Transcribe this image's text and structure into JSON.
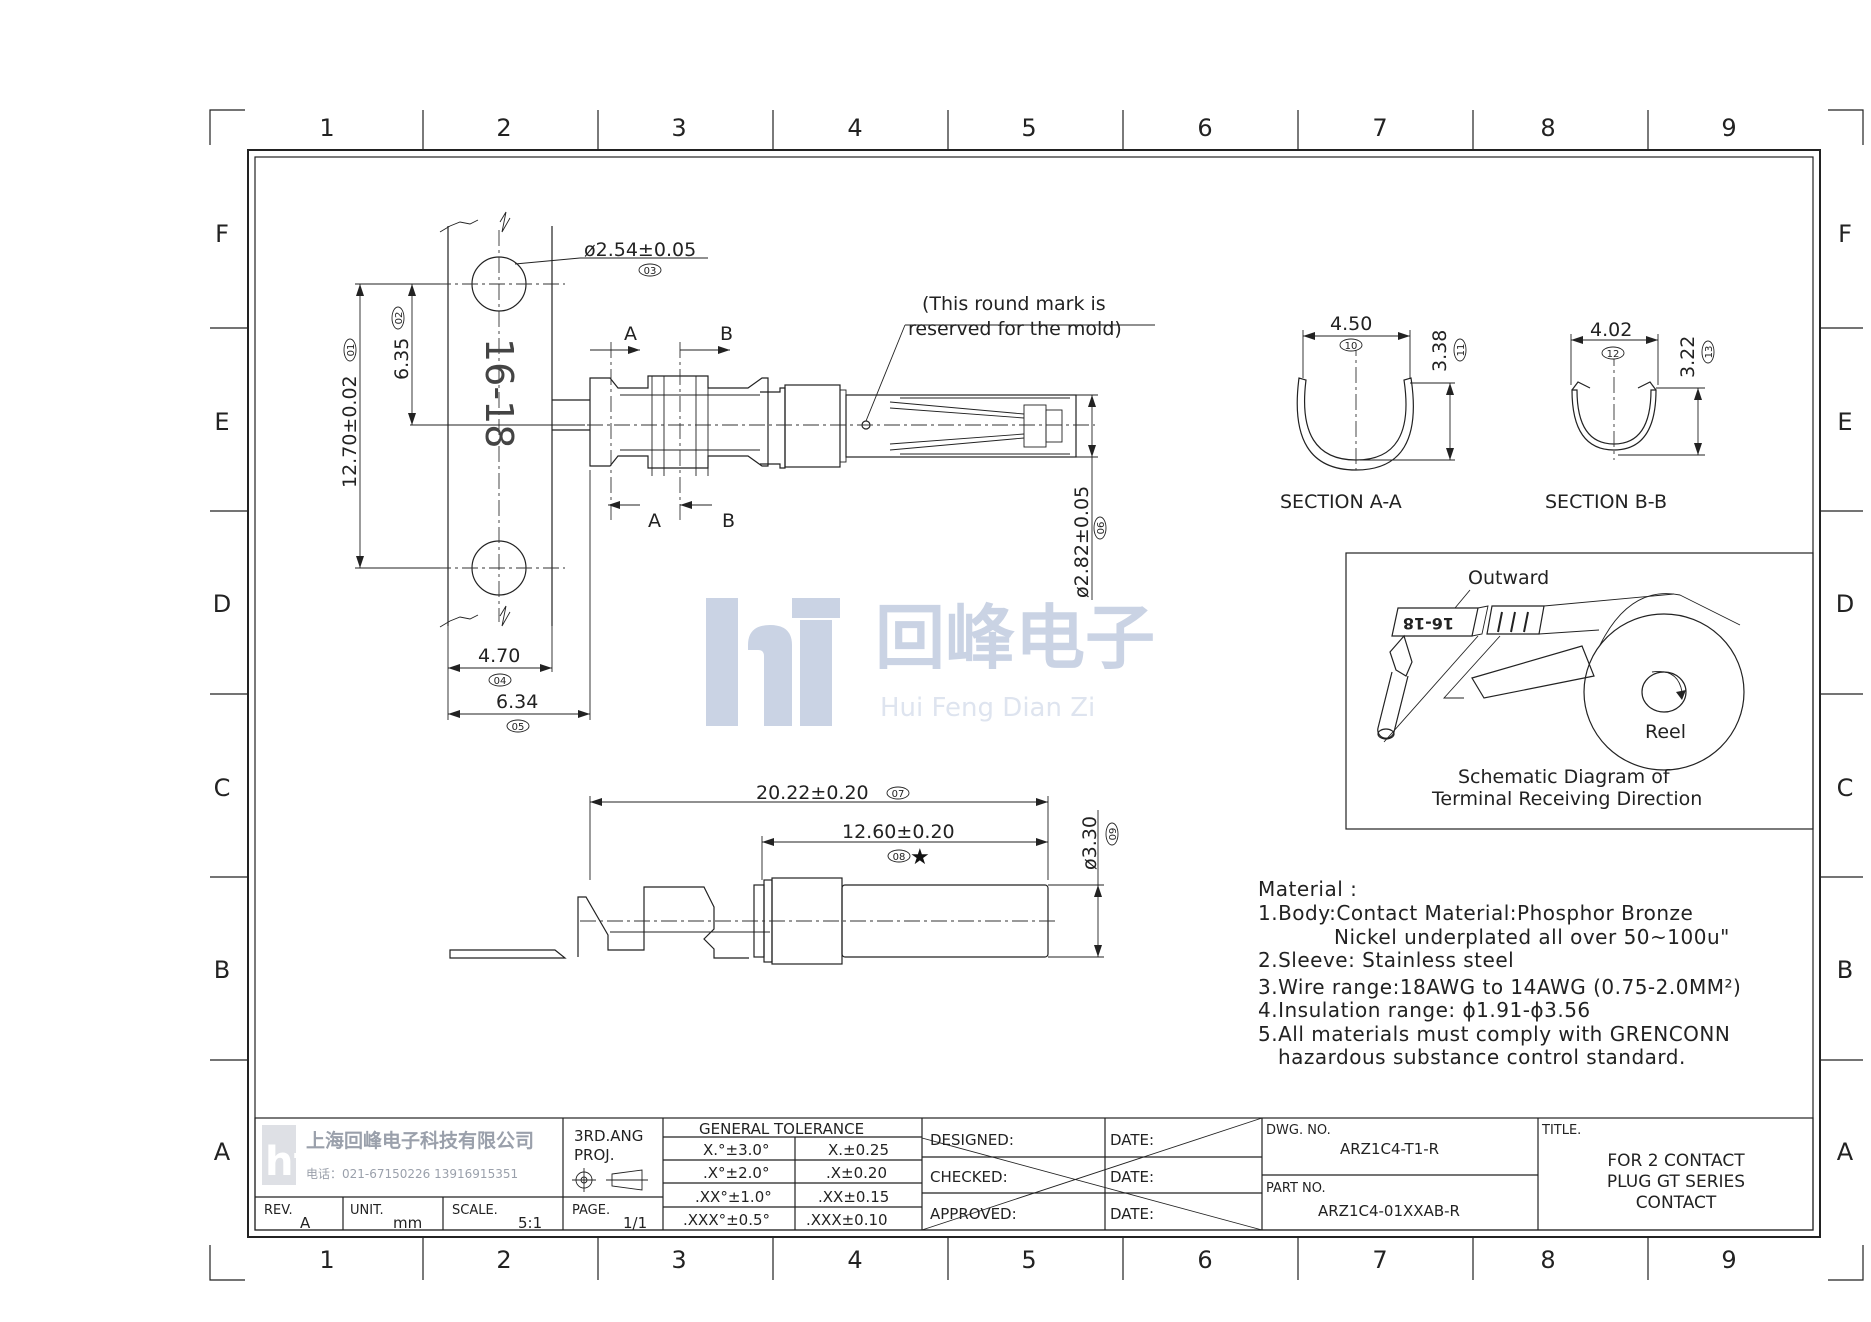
{
  "zones": {
    "columns": [
      "1",
      "2",
      "3",
      "4",
      "5",
      "6",
      "7",
      "8",
      "9"
    ],
    "rows": [
      "F",
      "E",
      "D",
      "C",
      "B",
      "A"
    ]
  },
  "front_view": {
    "carrier_hole_dia": "ø2.54±0.05",
    "carrier_hole_dia_ref": "03",
    "pitch": "6.35",
    "pitch_ref": "02",
    "overall_pitch": "12.70±0.02",
    "overall_pitch_ref": "01",
    "strip_width": "4.70",
    "strip_width_ref": "04",
    "strip_to_terminal": "6.34",
    "strip_to_terminal_ref": "05",
    "strip_marking": "16-18",
    "terminal_dia": "ø2.82±0.05",
    "terminal_dia_ref": "06",
    "section_a": "A",
    "section_b": "B",
    "mold_note_line1": "(This round mark is",
    "mold_note_line2": "reserved for the mold)"
  },
  "side_view": {
    "overall_length": "20.22±0.20",
    "overall_length_ref": "07",
    "barrel_length": "12.60±0.20",
    "barrel_length_ref": "08",
    "critical_mark": "★",
    "barrel_dia": "ø3.30",
    "barrel_dia_ref": "09"
  },
  "section_aa": {
    "width": "4.50",
    "width_ref": "10",
    "height": "3.38",
    "height_ref": "11",
    "label": "SECTION A-A"
  },
  "section_bb": {
    "width": "4.02",
    "width_ref": "12",
    "height": "3.22",
    "height_ref": "13",
    "label": "SECTION B-B"
  },
  "schematic": {
    "outward_label": "Outward",
    "reel_label": "Reel",
    "strip_text": "16-18",
    "caption_line1": "Schematic Diagram of",
    "caption_line2": "Terminal Receiving Direction"
  },
  "watermark": {
    "logo": "hf",
    "name": "回峰电子",
    "pinyin": "Hui Feng Dian Zi"
  },
  "notes": {
    "heading": "Material :",
    "line1": "1.Body:Contact Material:Phosphor Bronze",
    "line1b": "Nickel underplated all over 50~100u\"",
    "line2": "2.Sleeve: Stainless steel",
    "line3": "3.Wire range:18AWG to 14AWG (0.75-2.0MM²)",
    "line4": "4.Insulation range: ϕ1.91-ϕ3.56",
    "line5": "5.All materials must comply with GRENCONN",
    "line5b": "hazardous substance control standard."
  },
  "title_block": {
    "company": "上海回峰电子科技有限公司",
    "phone": "电话：021-67150226  13916915351",
    "projection_label_1": "3RD.ANG",
    "projection_label_2": "PROJ.",
    "rev_label": "REV.",
    "rev_value": "A",
    "unit_label": "UNIT.",
    "unit_value": "mm",
    "scale_label": "SCALE.",
    "scale_value": "5:1",
    "page_label": "PAGE.",
    "page_value": "1/1",
    "tolerance_heading": "GENERAL TOLERANCE",
    "tol_angle_1": "X.°±3.0°",
    "tol_angle_2": ".X°±2.0°",
    "tol_angle_3": ".XX°±1.0°",
    "tol_angle_4": ".XXX°±0.5°",
    "tol_lin_1": "X.±0.25",
    "tol_lin_2": ".X±0.20",
    "tol_lin_3": ".XX±0.15",
    "tol_lin_4": ".XXX±0.10",
    "designed_label": "DESIGNED:",
    "checked_label": "CHECKED:",
    "approved_label": "APPROVED:",
    "date_label": "DATE:",
    "dwg_no_label": "DWG. NO.",
    "dwg_no_value": "ARZ1C4-T1-R",
    "part_no_label": "PART NO.",
    "part_no_value": "ARZ1C4-01XXAB-R",
    "title_label": "TITLE.",
    "title_line1": "FOR 2 CONTACT",
    "title_line2": "PLUG GT SERIES",
    "title_line3": "CONTACT"
  }
}
